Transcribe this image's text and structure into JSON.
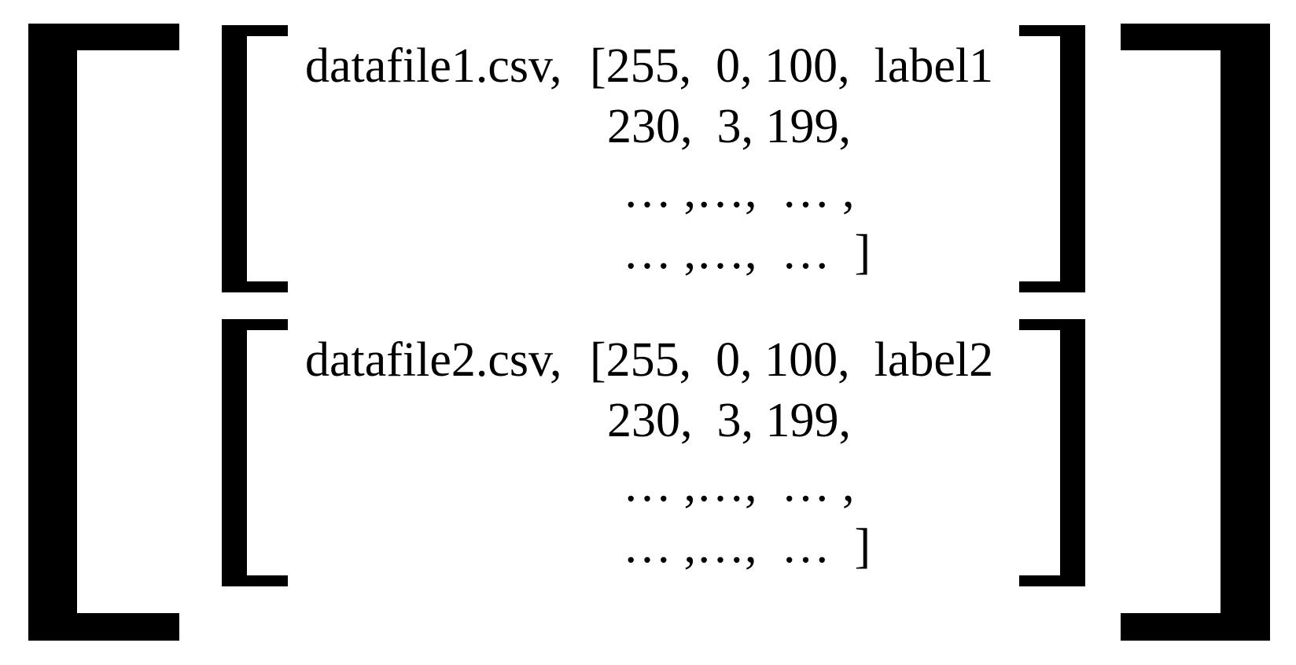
{
  "blocks": [
    {
      "filename": "datafile1.csv,",
      "row1": "[255,  0, 100,  label1",
      "row2": "230,  3, 199,",
      "row3": "… ,…,  … ,",
      "row4": "… ,…,  …  ]"
    },
    {
      "filename": "datafile2.csv,",
      "row1": "[255,  0, 100,  label2",
      "row2": "230,  3, 199,",
      "row3": "… ,…,  … ,",
      "row4": "… ,…,  …  ]"
    }
  ],
  "colors": {
    "ink": "#000000",
    "background": "#ffffff"
  }
}
